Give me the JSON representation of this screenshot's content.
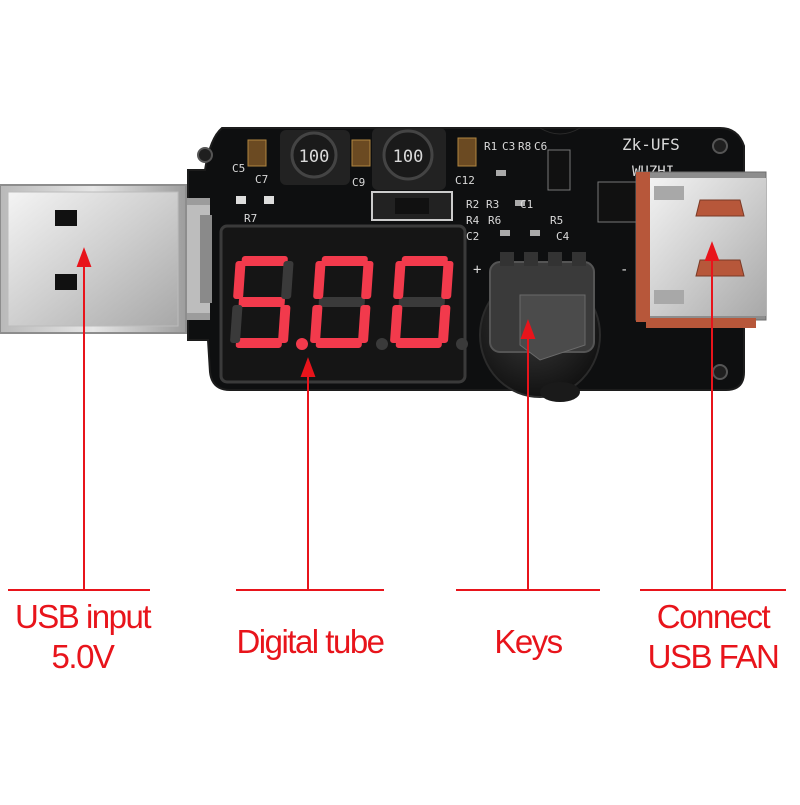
{
  "board": {
    "model_text": "Zk-UFS",
    "brand_text": "WUZHI",
    "display_digits": "5.00",
    "inductor_marking": "100",
    "silkscreen": [
      "C5",
      "C7",
      "R7",
      "C9",
      "C12",
      "R1",
      "C3",
      "R8",
      "C6",
      "R2",
      "R3",
      "C1",
      "R4",
      "R6",
      "R5",
      "C2",
      "C4",
      "+",
      "-"
    ],
    "colors": {
      "pcb": "#0e0f10",
      "segment": "#f23a4c",
      "callout": "#e8141b"
    }
  },
  "callouts": [
    {
      "id": "usb-input",
      "lines": [
        "USB input",
        "5.0V"
      ]
    },
    {
      "id": "digital-tube",
      "lines": [
        "Digital tube"
      ]
    },
    {
      "id": "keys",
      "lines": [
        "Keys"
      ]
    },
    {
      "id": "usb-fan",
      "lines": [
        "Connect",
        "USB FAN"
      ]
    }
  ]
}
